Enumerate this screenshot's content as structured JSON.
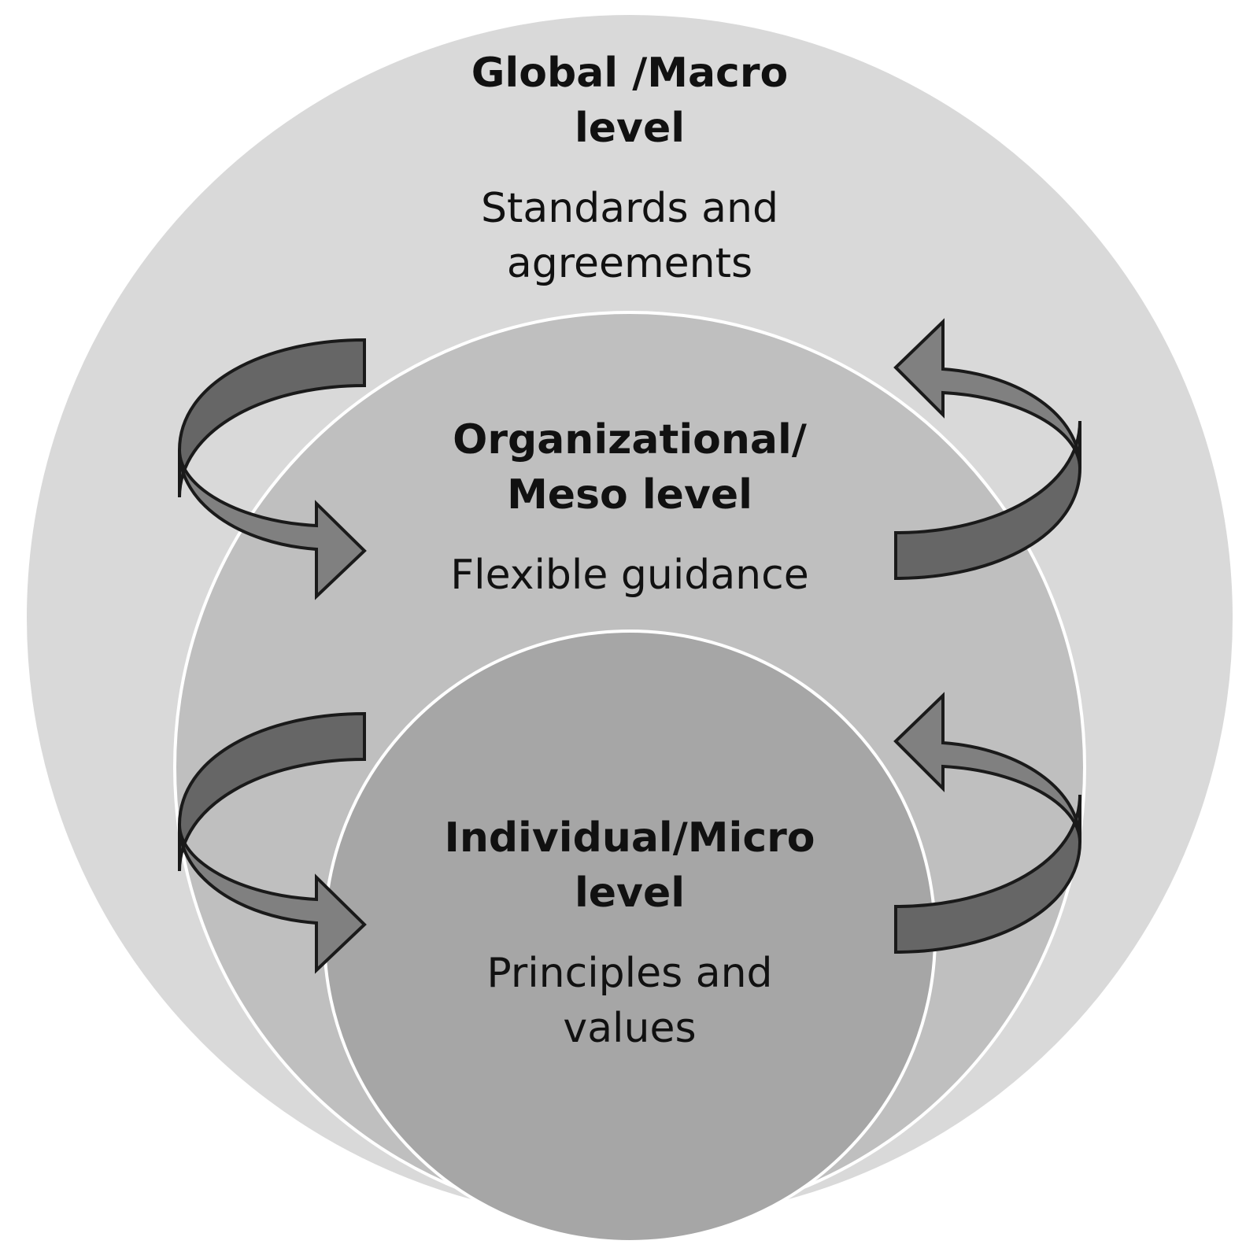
{
  "levels": {
    "macro": {
      "title_line1": "Global /Macro",
      "title_line2": "level",
      "desc_line1": "Standards and",
      "desc_line2": "agreements",
      "fill": "#d9d9d9"
    },
    "meso": {
      "title_line1": "Organizational/",
      "title_line2": "Meso level",
      "desc_line1": "Flexible guidance",
      "fill": "#bfbfbf"
    },
    "micro": {
      "title_line1": "Individual/Micro",
      "title_line2": "level",
      "desc_line1": "Principles and",
      "desc_line2": "values",
      "fill": "#a6a6a6"
    }
  },
  "arrows": [
    {
      "name": "macro-to-meso",
      "direction": "down"
    },
    {
      "name": "meso-to-micro",
      "direction": "down"
    },
    {
      "name": "meso-to-macro",
      "direction": "up"
    },
    {
      "name": "micro-to-meso",
      "direction": "up"
    }
  ],
  "colors": {
    "arrow_dark": "#666666",
    "arrow_light": "#808080",
    "outline": "#1a1a1a",
    "circle_border": "#ffffff"
  }
}
